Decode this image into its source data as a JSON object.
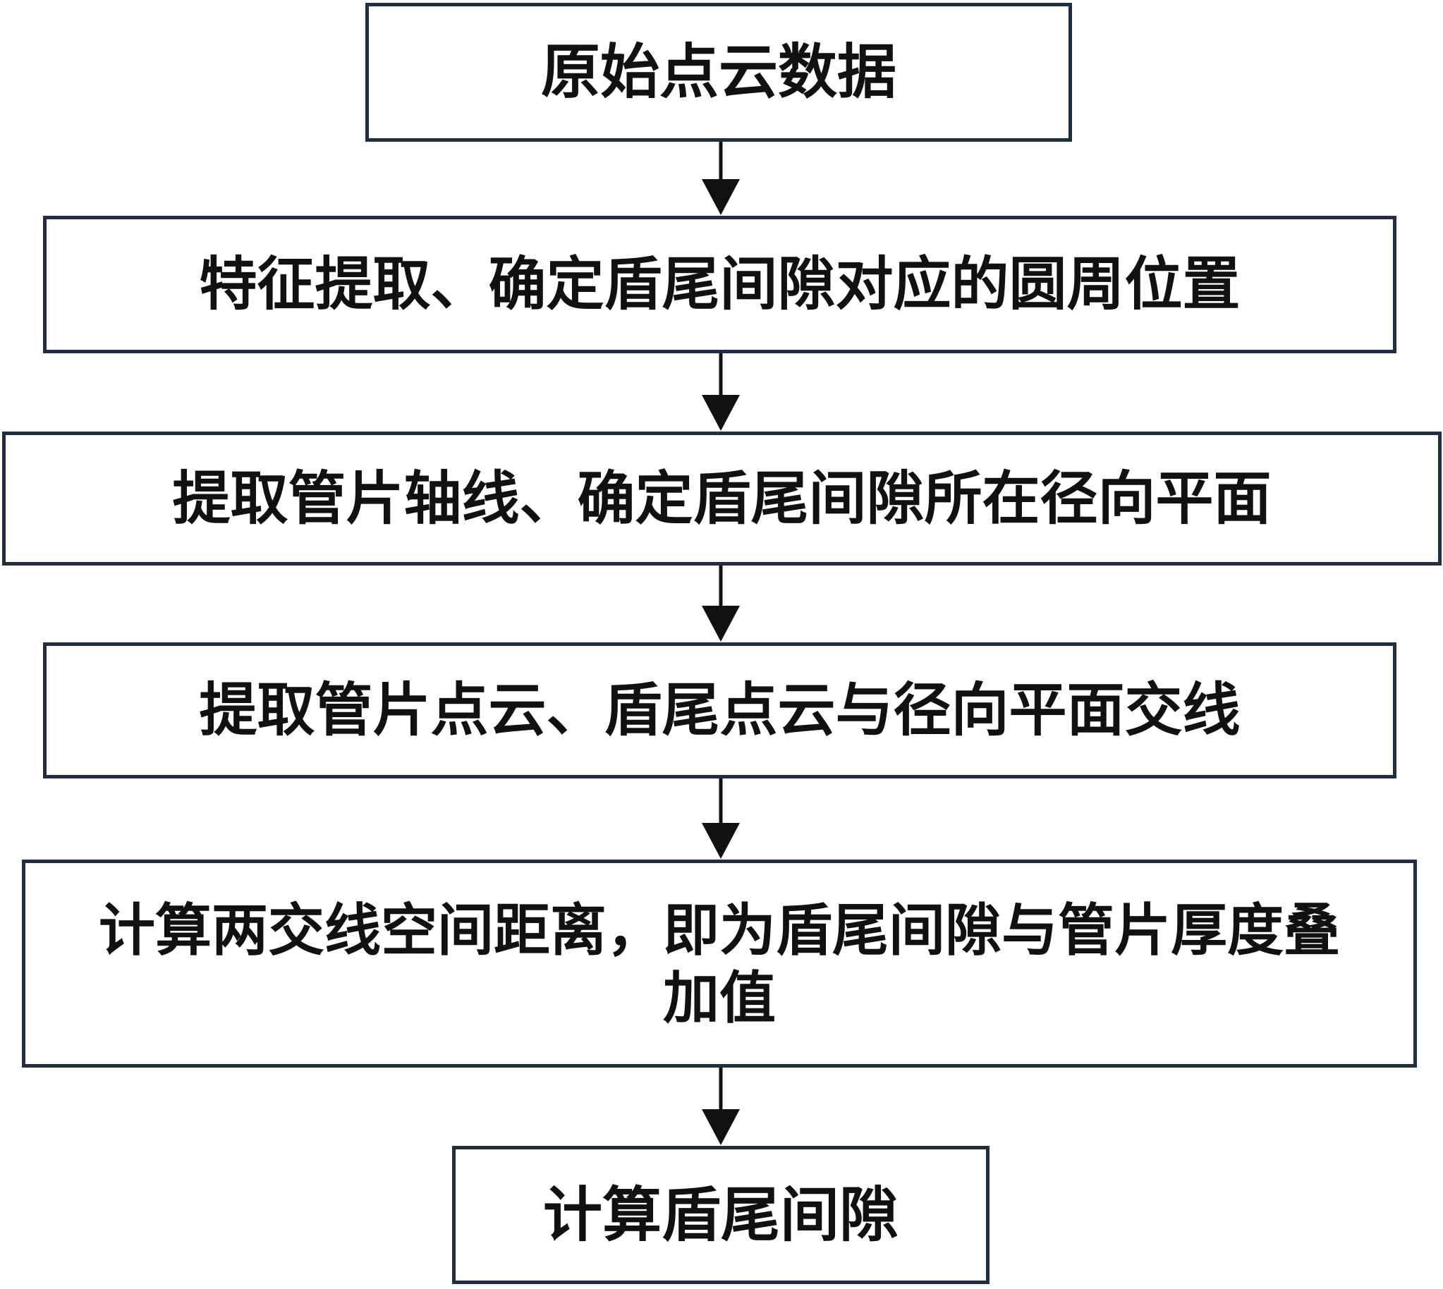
{
  "steps": [
    {
      "text": "原始点云数据"
    },
    {
      "text": "特征提取、确定盾尾间隙对应的圆周位置"
    },
    {
      "text": "提取管片轴线、确定盾尾间隙所在径向平面"
    },
    {
      "text": "提取管片点云、盾尾点云与径向平面交线"
    },
    {
      "text": "计算两交线空间距离，即为盾尾间隙与管片厚度叠加值"
    },
    {
      "text": "计算盾尾间隙"
    }
  ],
  "colors": {
    "border": "#1f2d45",
    "arrow": "#111111",
    "text": "#111111"
  }
}
